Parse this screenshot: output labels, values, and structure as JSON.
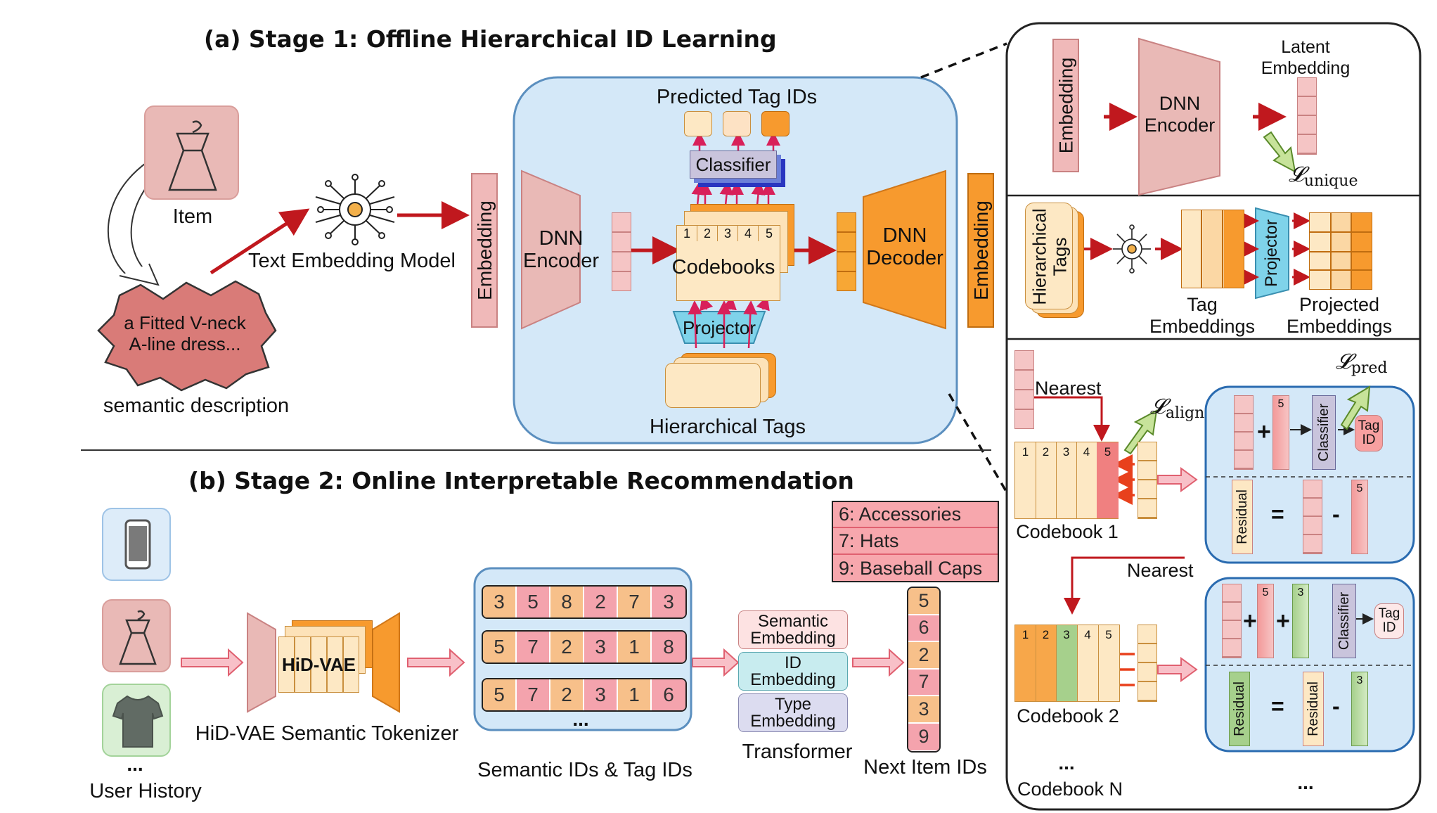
{
  "stage1": {
    "title": "(a) Stage 1: Offline Hierarchical ID Learning",
    "item_label": "Item",
    "semantic_text": "a Fitted V-neck A-line dress...",
    "semantic_label": "semantic description",
    "text_embedding_label": "Text Embedding Model",
    "embedding_label": "Embedding",
    "encoder_label": "DNN Encoder",
    "decoder_label": "DNN Decoder",
    "codebooks_label": "Codebooks",
    "codebook_indices": [
      "1",
      "2",
      "3",
      "4",
      "5"
    ],
    "classifier_label": "Classifier",
    "projector_label": "Projector",
    "predicted_tags_label": "Predicted Tag IDs",
    "hierarchical_tags_label": "Hierarchical Tags"
  },
  "panel": {
    "latent_label": "Latent Embedding",
    "loss_unique": "unique",
    "hierarchical_tags": "Hierarchical Tags",
    "tag_embeddings": "Tag Embeddings",
    "projected_embeddings": "Projected Embeddings",
    "nearest1": "Nearest",
    "nearest2": "Nearest",
    "loss_align": "align",
    "loss_pred": "pred",
    "codebook1": "Codebook 1",
    "codebook2": "Codebook 2",
    "codebookN": "Codebook N",
    "ellipsis": "...",
    "tag_id": "Tag ID",
    "residual": "Residual",
    "plus": "+",
    "equals": "=",
    "minus": "-",
    "cb1_indices": [
      "1",
      "2",
      "3",
      "4",
      "5"
    ],
    "cb2_indices": [
      "1",
      "2",
      "3",
      "4",
      "5"
    ],
    "selected1": "5",
    "selected2": "3"
  },
  "stage2": {
    "title": "(b) Stage 2: Online Interpretable Recommendation",
    "user_history": "User History",
    "history_ellipsis": "...",
    "hidvae": "HiD-VAE",
    "tokenizer_label": "HiD-VAE Semantic Tokenizer",
    "id_rows": [
      [
        "3",
        "5",
        "8",
        "2",
        "7",
        "3"
      ],
      [
        "5",
        "7",
        "2",
        "3",
        "1",
        "8"
      ],
      [
        "5",
        "7",
        "2",
        "3",
        "1",
        "6"
      ]
    ],
    "id_ellipsis": "...",
    "ids_label": "Semantic IDs & Tag IDs",
    "semantic_embedding": "Semantic Embedding",
    "id_embedding": "ID Embedding",
    "type_embedding": "Type Embedding",
    "transformer": "Transformer",
    "tag_legend": [
      "6: Accessories",
      "7: Hats",
      "9: Baseball Caps"
    ],
    "next_ids": [
      "5",
      "6",
      "2",
      "7",
      "3",
      "9"
    ],
    "next_label": "Next Item IDs"
  },
  "colors": {
    "pink_fill": "#f3b9b9",
    "pink_stroke": "#c98282",
    "orange": "#f79a2e",
    "peach": "#fde8c4",
    "light_blue": "#d4e8f8",
    "blue_stroke": "#5b8fbf",
    "red_arrow": "#c0181e",
    "green": "#a6d08c",
    "cyan": "#7fd3ea",
    "lavender": "#c9c4dc"
  }
}
